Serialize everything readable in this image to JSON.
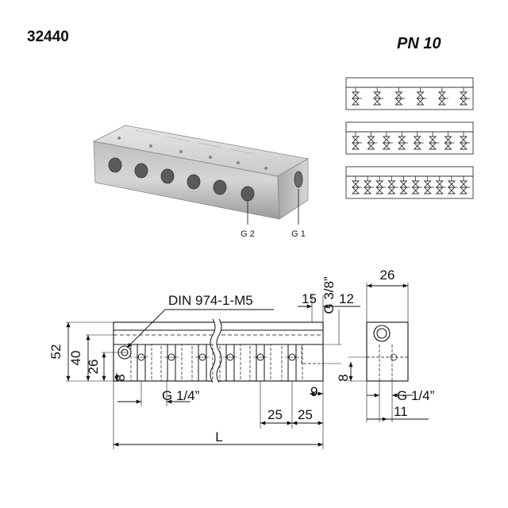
{
  "header": {
    "article_number": "32440",
    "pressure_rating": "PN 10"
  },
  "photo": {
    "port_label_outlet": "G 2",
    "port_label_inlet": "G 1"
  },
  "schematics": {
    "rows": [
      {
        "valves": 6
      },
      {
        "valves": 8
      },
      {
        "valves": 10
      }
    ]
  },
  "drawing": {
    "screw_note": "DIN 974-1-M5",
    "dim_height_total": "52",
    "dim_height_mid": "40",
    "dim_height_axis": "26",
    "dim_bottom_offset": "8",
    "dim_outlet_thread": "G 1/4”",
    "dim_edge": "9",
    "dim_pitch_a": "25",
    "dim_pitch_b": "25",
    "dim_length": "L",
    "dim_end_15": "15",
    "dim_end_12": "12",
    "dim_inlet_thread": "G 3/8”"
  },
  "side_view": {
    "dim_width": "26",
    "dim_bottom_offset": "8",
    "dim_thread": "G 1/4”",
    "dim_offset": "11"
  }
}
